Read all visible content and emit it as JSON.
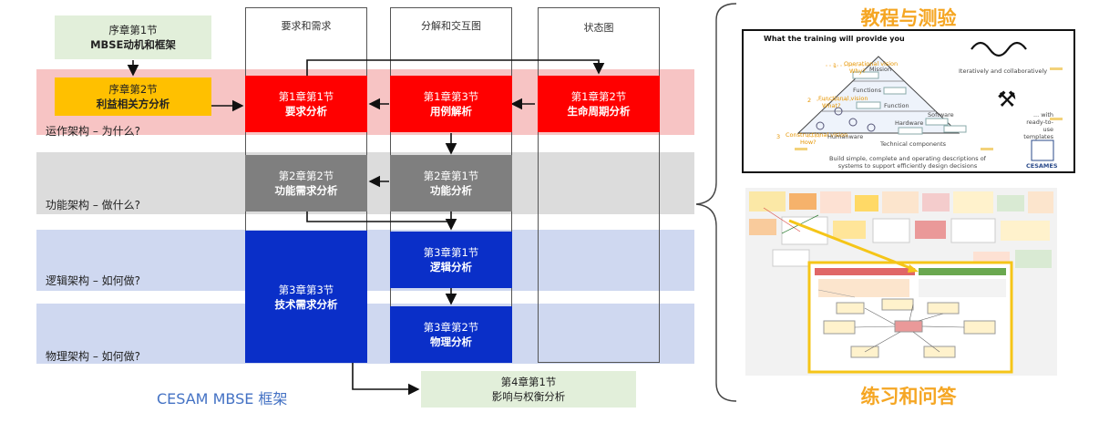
{
  "columns": {
    "c1": "要求和需求",
    "c2": "分解和交互图",
    "c3": "状态图"
  },
  "rows": {
    "r1": "运作架构 – 为什么?",
    "r2": "功能架构 – 做什么?",
    "r3": "逻辑架构 – 如何做?",
    "r4": "物理架构 – 如何做?"
  },
  "boxes": {
    "prologue1": {
      "line1": "序章第1节",
      "line2": "MBSE动机和框架"
    },
    "prologue2": {
      "line1": "序章第2节",
      "line2": "利益相关方分析"
    },
    "c1s1": {
      "line1": "第1章第1节",
      "line2": "要求分析"
    },
    "c1s3": {
      "line1": "第1章第3节",
      "line2": "用例解析"
    },
    "c1s2": {
      "line1": "第1章第2节",
      "line2": "生命周期分析"
    },
    "c2s2": {
      "line1": "第2章第2节",
      "line2": "功能需求分析"
    },
    "c2s1": {
      "line1": "第2章第1节",
      "line2": "功能分析"
    },
    "c3s3": {
      "line1": "第3章第3节",
      "line2": "技术需求分析"
    },
    "c3s1": {
      "line1": "第3章第1节",
      "line2": "逻辑分析"
    },
    "c3s2": {
      "line1": "第3章第2节",
      "line2": "物理分析"
    },
    "c4s1": {
      "line1": "第4章第1节",
      "line2": "影响与权衡分析"
    }
  },
  "framework_title": "CESAM MBSE 框架",
  "right": {
    "top_title": "教程与测验",
    "bottom_title": "练习和问答",
    "training": {
      "heading": "What the training will provide you",
      "levels": [
        {
          "num": "1",
          "label": "Operational vision",
          "q": "Why?"
        },
        {
          "num": "2",
          "label": "Functional vision",
          "q": "What?"
        },
        {
          "num": "3",
          "label": "Constructional vision",
          "q": "How?"
        }
      ],
      "pyramid": [
        "Mission",
        "Functions",
        "Function",
        "Hardware",
        "Software",
        "Humanware",
        "Technical components"
      ],
      "note1": "Iteratively and collaboratively",
      "note2": "... with ready-to-use templates",
      "footer": "Build simple, complete and operating descriptions of systems to support efficiently design decisions",
      "logo": "CESAMES"
    }
  },
  "colors": {
    "red_band": "#f7c4c4",
    "gray_band": "#dcdcdc",
    "blue_band": "#cfd8f0",
    "red_box": "#ff0000",
    "gray_box": "#7f7f7f",
    "blue_box": "#0a2fc8",
    "green_box": "#e2efda",
    "yellow_box": "#ffc000",
    "accent_orange": "#f5a623"
  }
}
